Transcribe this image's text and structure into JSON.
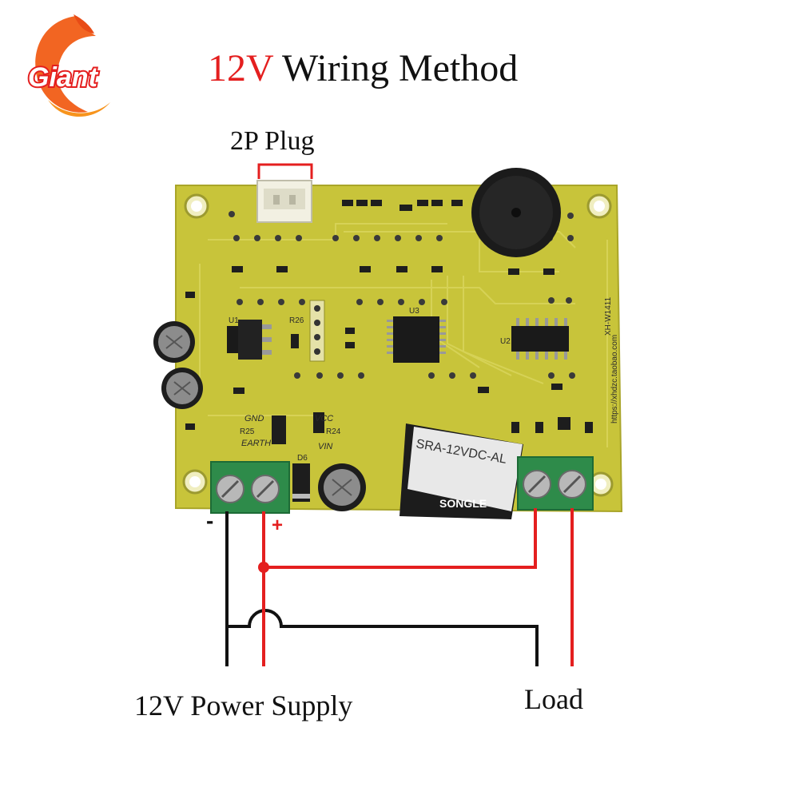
{
  "brand": {
    "name": "Giant"
  },
  "title": {
    "accent": "12V",
    "rest": "Wiring Method"
  },
  "labels": {
    "plug": "2P Plug",
    "power_supply": "12V Power Supply",
    "load": "Load",
    "minus": "-",
    "plus": "+"
  },
  "board": {
    "silkscreen": {
      "gnd": "GND",
      "vcc": "VCC",
      "vin": "VIN",
      "earth": "EARTH",
      "r25": "R25",
      "r24": "R24",
      "r26": "R26",
      "u1": "U1",
      "u2": "U2",
      "u3": "U3",
      "d6": "D6",
      "model": "XH-W1411",
      "website": "https://xhdzc.taobao.com",
      "relay_model": "SRA-12VDC-AL",
      "relay_brand": "SONGLE"
    }
  },
  "colors": {
    "title_accent": "#e41f1f",
    "wire_positive": "#e41f1f",
    "wire_negative": "#111111",
    "pcb": "#c8c43a",
    "terminal": "#2e8b4a"
  }
}
